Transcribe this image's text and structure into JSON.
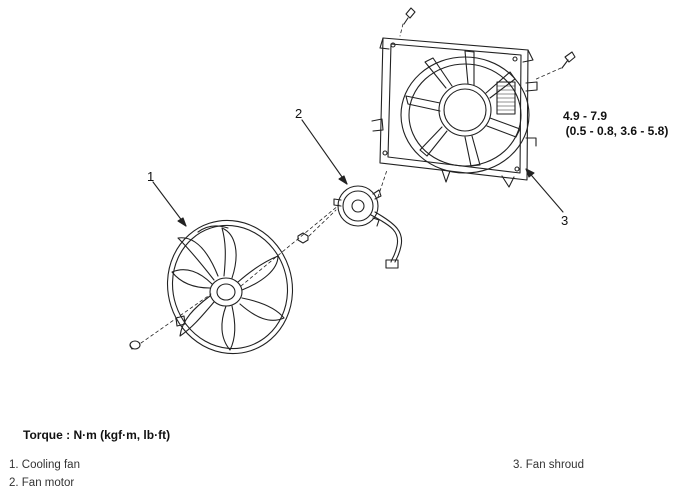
{
  "callouts": {
    "c1": "1",
    "c2": "2",
    "c3": "3"
  },
  "torque_spec": {
    "line1": "4.9 - 7.9",
    "line2": "(0.5 - 0.8, 3.6 - 5.8)"
  },
  "torque_label": "Torque : N·m (kgf·m, lb·ft)",
  "legend": {
    "item1": "1. Cooling fan",
    "item2": "2. Fan motor",
    "item3": "3. Fan shroud"
  }
}
